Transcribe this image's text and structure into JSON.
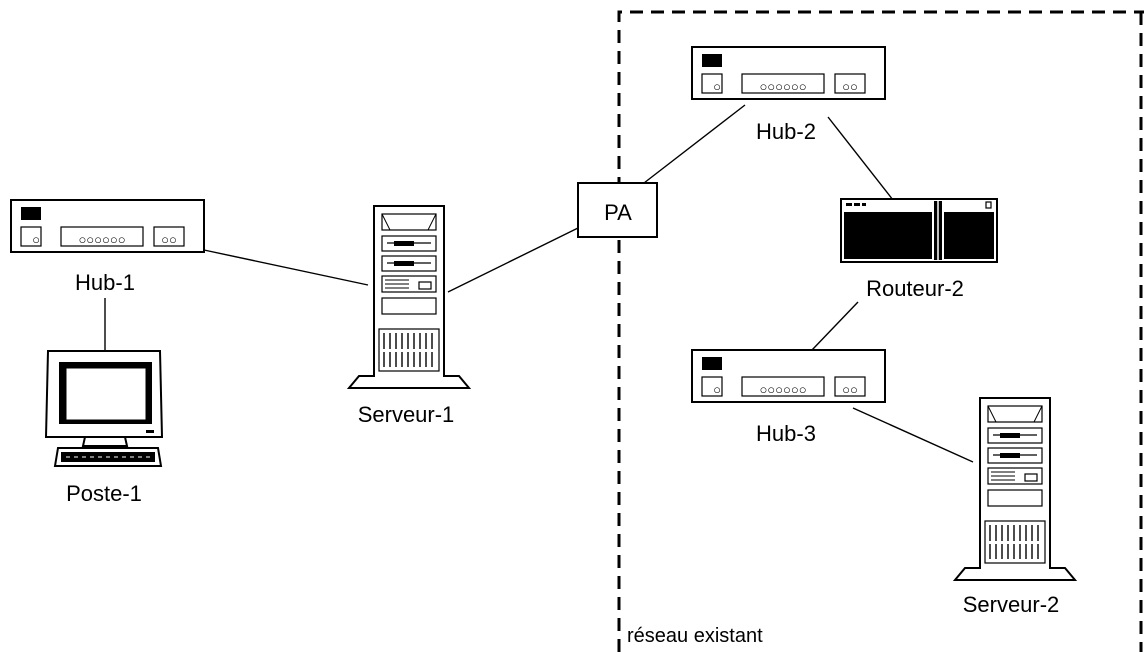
{
  "nodes": {
    "hub1": {
      "label": "Hub-1"
    },
    "hub2": {
      "label": "Hub-2"
    },
    "hub3": {
      "label": "Hub-3"
    },
    "serveur1": {
      "label": "Serveur-1"
    },
    "serveur2": {
      "label": "Serveur-2"
    },
    "poste1": {
      "label": "Poste-1"
    },
    "pa": {
      "label": "PA"
    },
    "routeur2": {
      "label": "Routeur-2"
    }
  },
  "hub_ports": {
    "left": "○",
    "middle": "○○○○○○",
    "right": "○○"
  },
  "zone": {
    "label": "réseau existant"
  },
  "links": [
    {
      "from": "hub1",
      "to": "serveur1"
    },
    {
      "from": "hub1",
      "to": "poste1"
    },
    {
      "from": "serveur1",
      "to": "pa"
    },
    {
      "from": "pa",
      "to": "hub2"
    },
    {
      "from": "hub2",
      "to": "routeur2"
    },
    {
      "from": "routeur2",
      "to": "hub3"
    },
    {
      "from": "hub3",
      "to": "serveur2"
    }
  ]
}
